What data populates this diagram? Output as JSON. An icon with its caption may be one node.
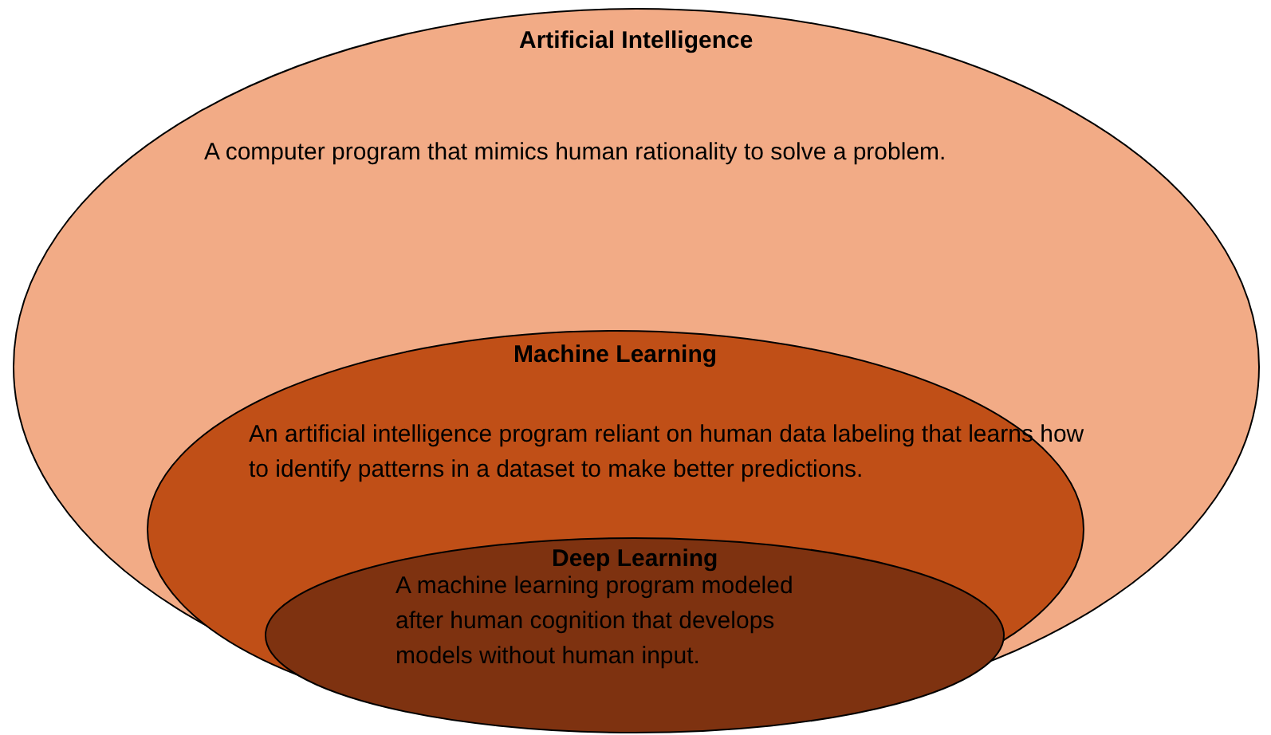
{
  "diagram": {
    "nodes": [
      {
        "text": [
          "Artificial Intelligence",
          "A computer program that mimics human rationality to solve a problem."
        ]
      },
      {
        "text": [
          "Machine Learning",
          "An artificial intelligence program reliant on human data labeling that learns how to identify patterns in a dataset to make better predictions."
        ],
        "in": 0
      },
      {
        "text": [
          "Deep Learning",
          "A machine learning program modeled after human cognition that develops models without human input."
        ],
        "in": 1
      }
    ]
  }
}
